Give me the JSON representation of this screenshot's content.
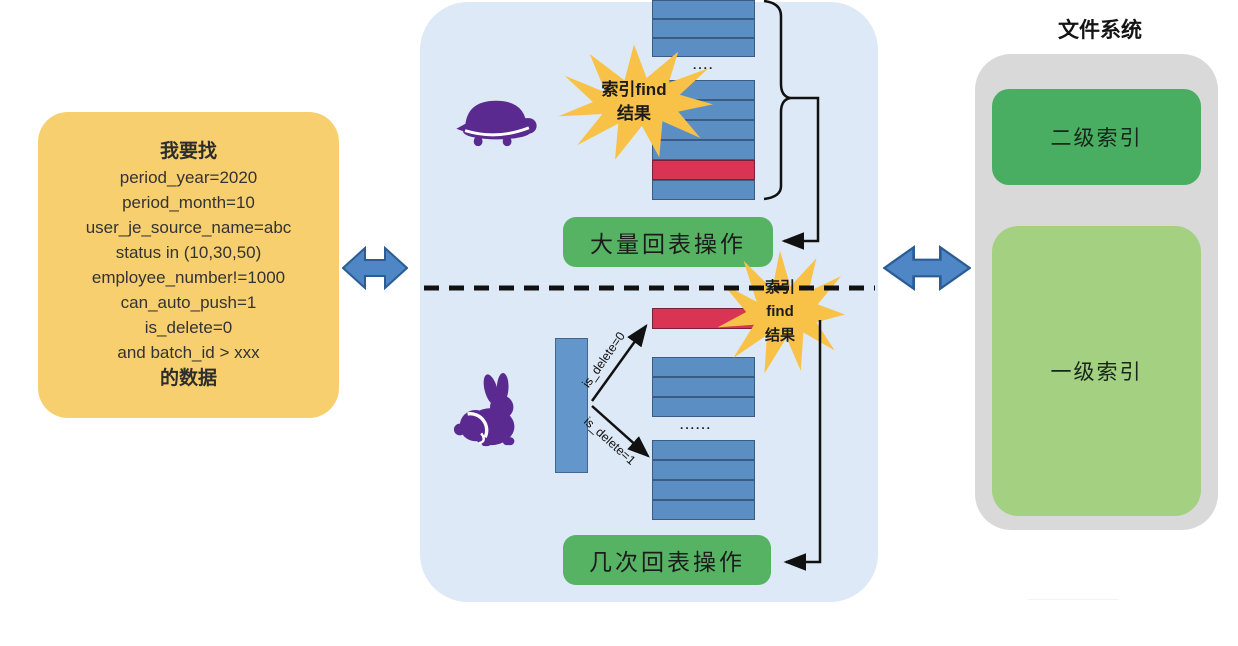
{
  "query_box": {
    "title": "我要找",
    "conditions": [
      "period_year=2020",
      "period_month=10",
      "user_je_source_name=abc",
      "status in (10,30,50)",
      "employee_number!=1000",
      "can_auto_push=1",
      "is_delete=0",
      "and batch_id > xxx"
    ],
    "footer": "的数据"
  },
  "slow_path": {
    "animal": "turtle-icon",
    "starburst_line1": "索引find",
    "starburst_line2": "结果",
    "gap_dots": "....",
    "button_label": "大量回表操作"
  },
  "fast_path": {
    "animal": "rabbit-icon",
    "starburst_line1": "索引",
    "starburst_line2": "find",
    "starburst_line3": "结果",
    "gap_dots": "......",
    "arrow_labels": {
      "upper": "is_delete=0",
      "lower": "is_delete=1"
    },
    "button_label": "几次回表操作"
  },
  "file_system": {
    "title": "文件系统",
    "secondary_index": "二级索引",
    "primary_index": "一级索引"
  },
  "watermark": "—————————————",
  "colors": {
    "panel_bg": "#dde9f6",
    "query_bg": "#f8cf6e",
    "star_yellow": "#f7c247",
    "row_blue": "#5b8fc3",
    "row_red": "#d93453",
    "button_green": "#57b364",
    "secondary_index_green": "#49ae61",
    "primary_index_green": "#a3d181",
    "file_system_gray": "#d9d9d9",
    "arrow_blue": "#4f86c6",
    "animal_purple": "#5b2a91"
  }
}
